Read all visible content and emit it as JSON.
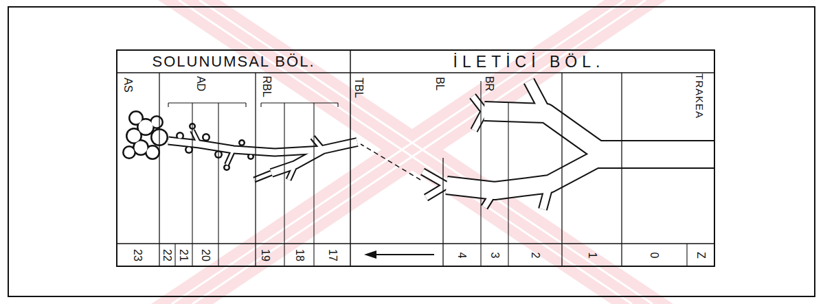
{
  "diagram": {
    "labels": [
      "SOLUNUMSAL BÖL.",
      "İLETİCİ BÖL.",
      "AS",
      "AD",
      "RBL",
      "TBL",
      "BL",
      "BR",
      "TRAKEA",
      "23",
      "22",
      "21",
      "20",
      "19",
      "18",
      "17",
      "4",
      "3",
      "2",
      "1",
      "0",
      "Z"
    ]
  }
}
